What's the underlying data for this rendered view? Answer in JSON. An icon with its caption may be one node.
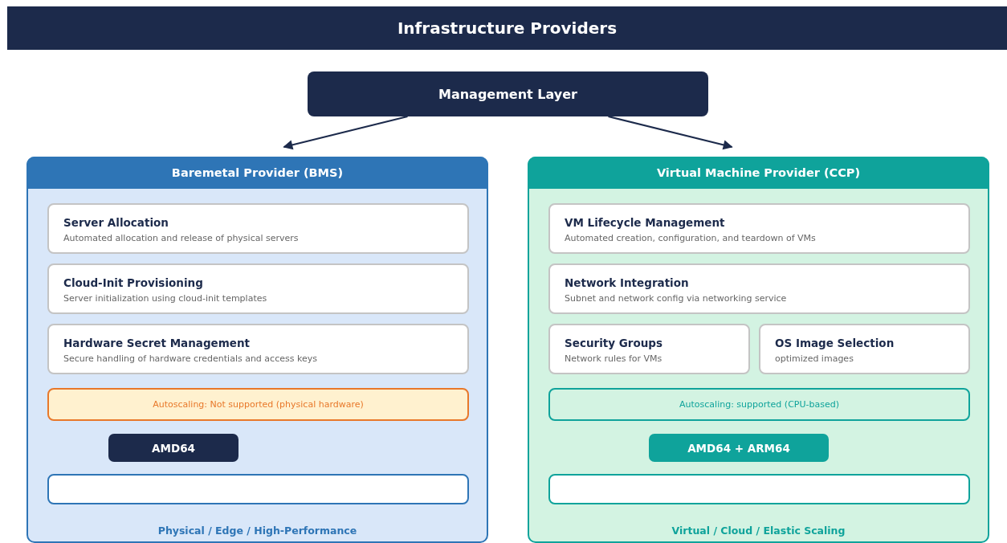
{
  "diagram": {
    "title": "Infrastructure Providers",
    "nodes": [
      {
        "text": [
          "Management Layer"
        ]
      },
      {
        "text": [
          "Baremetal Provider (BMS)",
          "Physical / Edge / High-Performance"
        ]
      },
      {
        "text": [
          "Server Allocation",
          "Automated allocation and release of physical servers"
        ],
        "in": 1
      },
      {
        "text": [
          "Cloud-Init Provisioning",
          "Server initialization using cloud-init templates"
        ],
        "in": 1
      },
      {
        "text": [
          "Hardware Secret Management",
          "Secure handling of hardware credentials and access keys"
        ],
        "in": 1
      },
      {
        "text": [
          "Autoscaling: Not supported (physical hardware)"
        ],
        "in": 1
      },
      {
        "text": [
          "AMD64"
        ],
        "in": 1
      },
      {
        "text": [],
        "shape": "box",
        "in": 1
      },
      {
        "text": [
          "Virtual Machine Provider (CCP)",
          "Virtual / Cloud / Elastic Scaling"
        ]
      },
      {
        "text": [
          "VM Lifecycle Management",
          "Automated creation, configuration, and teardown of VMs"
        ],
        "in": 8
      },
      {
        "text": [
          "Network Integration",
          "Subnet and network config via networking service"
        ],
        "in": 8
      },
      {
        "text": [
          "Security Groups",
          "Network rules for VMs"
        ],
        "in": 8
      },
      {
        "text": [
          "OS Image Selection",
          "optimized images"
        ],
        "in": 8
      },
      {
        "text": [
          "Autoscaling: supported (CPU-based)"
        ],
        "in": 8
      },
      {
        "text": [
          "AMD64 + ARM64"
        ],
        "in": 8
      },
      {
        "text": [],
        "shape": "box",
        "in": 8
      }
    ],
    "edges": [
      {
        "from": 0,
        "to": 1,
        "arrow": "to"
      },
      {
        "from": 0,
        "to": 8,
        "arrow": "to"
      }
    ]
  }
}
